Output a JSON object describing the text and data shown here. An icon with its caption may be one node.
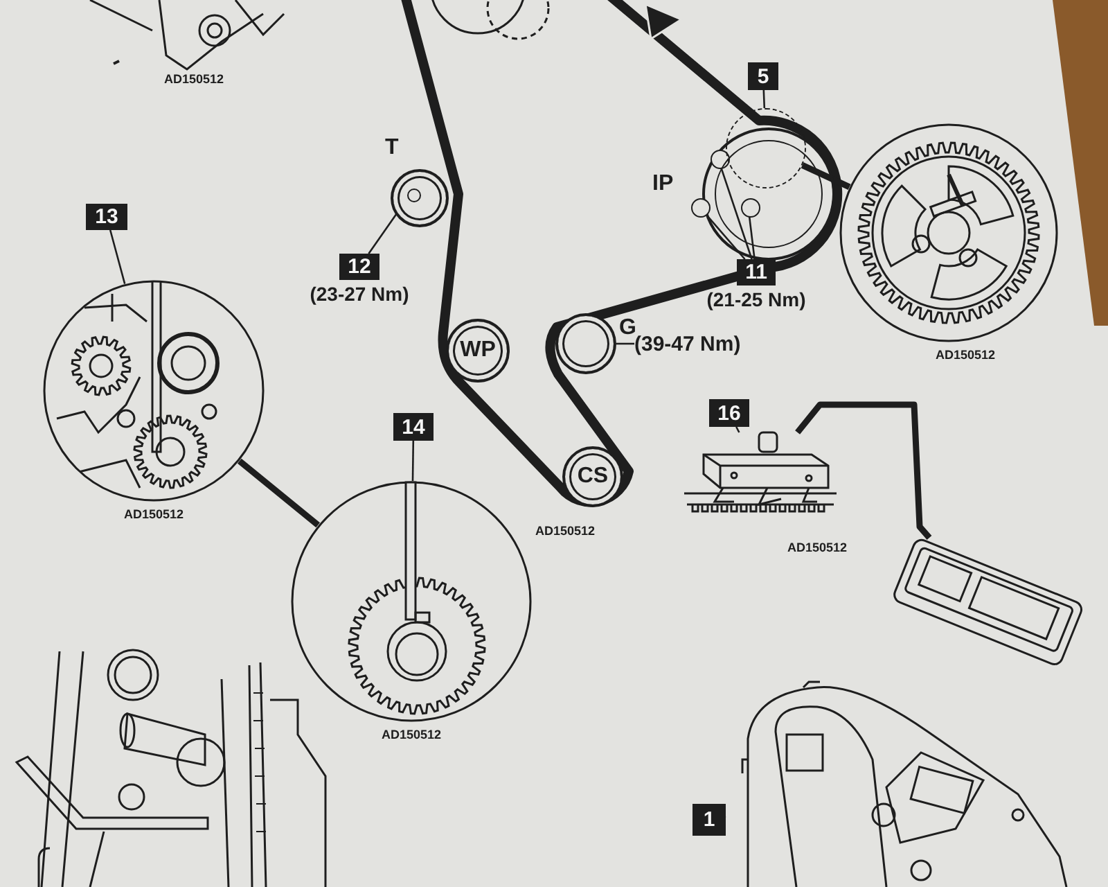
{
  "diagram": {
    "nodes": [
      {
        "text": [
          "IP"
        ]
      },
      {
        "text": [],
        "shape": "circle",
        "in": 0
      },
      {
        "text": [],
        "shape": "circle",
        "in": 0
      },
      {
        "text": [],
        "shape": "circle",
        "in": 0
      },
      {
        "text": [
          "5"
        ]
      },
      {
        "text": [],
        "shape": "circle"
      },
      {
        "text": [],
        "shape": "picture",
        "beside": [
          "AD150512"
        ]
      },
      {
        "text": [
          "11"
        ],
        "beside": [
          "(21-25 Nm)"
        ]
      },
      {
        "text": [
          "T"
        ]
      },
      {
        "text": [],
        "shape": "circle",
        "in": 8
      },
      {
        "text": [
          "12"
        ],
        "beside": [
          "(23-27 Nm)"
        ]
      },
      {
        "text": [
          "WP"
        ]
      },
      {
        "text": [
          "G"
        ]
      },
      {
        "text": [
          "(39-47 Nm)"
        ]
      },
      {
        "text": [
          "CS"
        ]
      },
      {
        "text": [
          "13"
        ]
      },
      {
        "text": [],
        "shape": "picture",
        "beside": [
          "AD150512"
        ]
      },
      {
        "text": [
          "14"
        ]
      },
      {
        "text": [],
        "shape": "picture",
        "beside": [
          "AD150512"
        ]
      },
      {
        "text": [
          "16"
        ]
      },
      {
        "text": [],
        "shape": "picture",
        "beside": [
          "AD150512"
        ]
      },
      {
        "text": [],
        "shape": "picture"
      },
      {
        "text": [
          "1"
        ]
      },
      {
        "text": [],
        "shape": "picture"
      }
    ],
    "edges": [
      {
        "from": 4,
        "to": 5,
        "arrow": "none"
      },
      {
        "from": 5,
        "to": 6,
        "arrow": "none",
        "style": "thick"
      },
      {
        "from": 7,
        "to": 1,
        "arrow": "none"
      },
      {
        "from": 7,
        "to": 2,
        "arrow": "none"
      },
      {
        "from": 7,
        "to": 3,
        "arrow": "none"
      },
      {
        "from": 10,
        "to": 9,
        "arrow": "none"
      },
      {
        "from": 13,
        "to": 12,
        "arrow": "none"
      },
      {
        "from": 15,
        "to": 16,
        "arrow": "none"
      },
      {
        "from": 16,
        "to": 18,
        "arrow": "none",
        "style": "thick"
      },
      {
        "from": 17,
        "to": 18,
        "arrow": "none"
      },
      {
        "from": 19,
        "to": 20,
        "arrow": "none"
      },
      {
        "from": 20,
        "to": 21,
        "arrow": "none",
        "style": "thick"
      },
      {
        "from": 22,
        "to": 23,
        "arrow": "none"
      }
    ],
    "labels": [
      "AD150512",
      "AD150512"
    ]
  }
}
